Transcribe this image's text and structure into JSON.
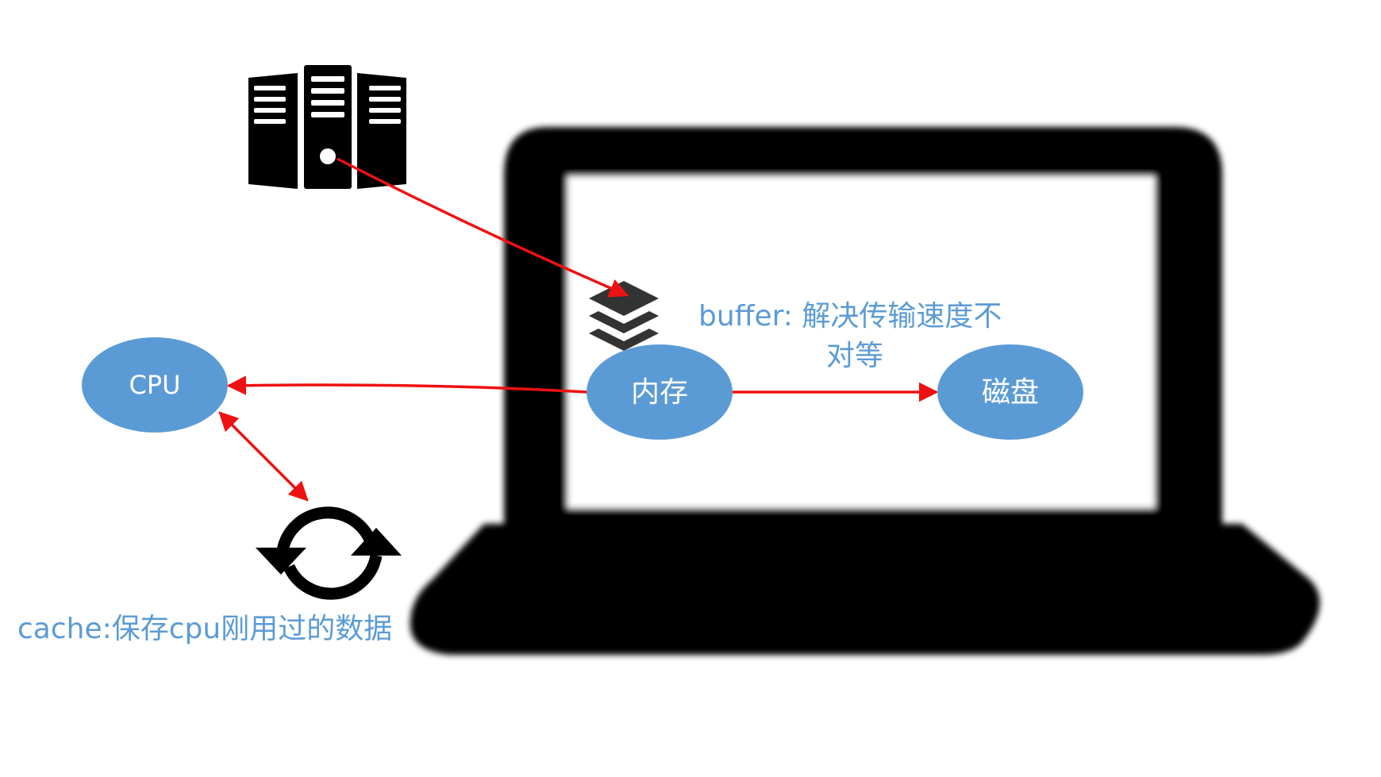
{
  "colors": {
    "node_fill": "#5B9BD5",
    "arrow": "#EE1111",
    "note_text": "#5B9BD5",
    "icon": "#000000"
  },
  "nodes": {
    "cpu": "CPU",
    "memory": "内存",
    "disk": "磁盘"
  },
  "notes": {
    "buffer_line1": "buffer: 解决传输速度不",
    "buffer_line2": "对等",
    "cache": "cache:保存cpu刚用过的数据"
  },
  "icons": {
    "server": "server-rack-icon",
    "layers": "layers-stack-icon",
    "laptop": "laptop-icon",
    "sync": "sync-arrows-icon"
  }
}
